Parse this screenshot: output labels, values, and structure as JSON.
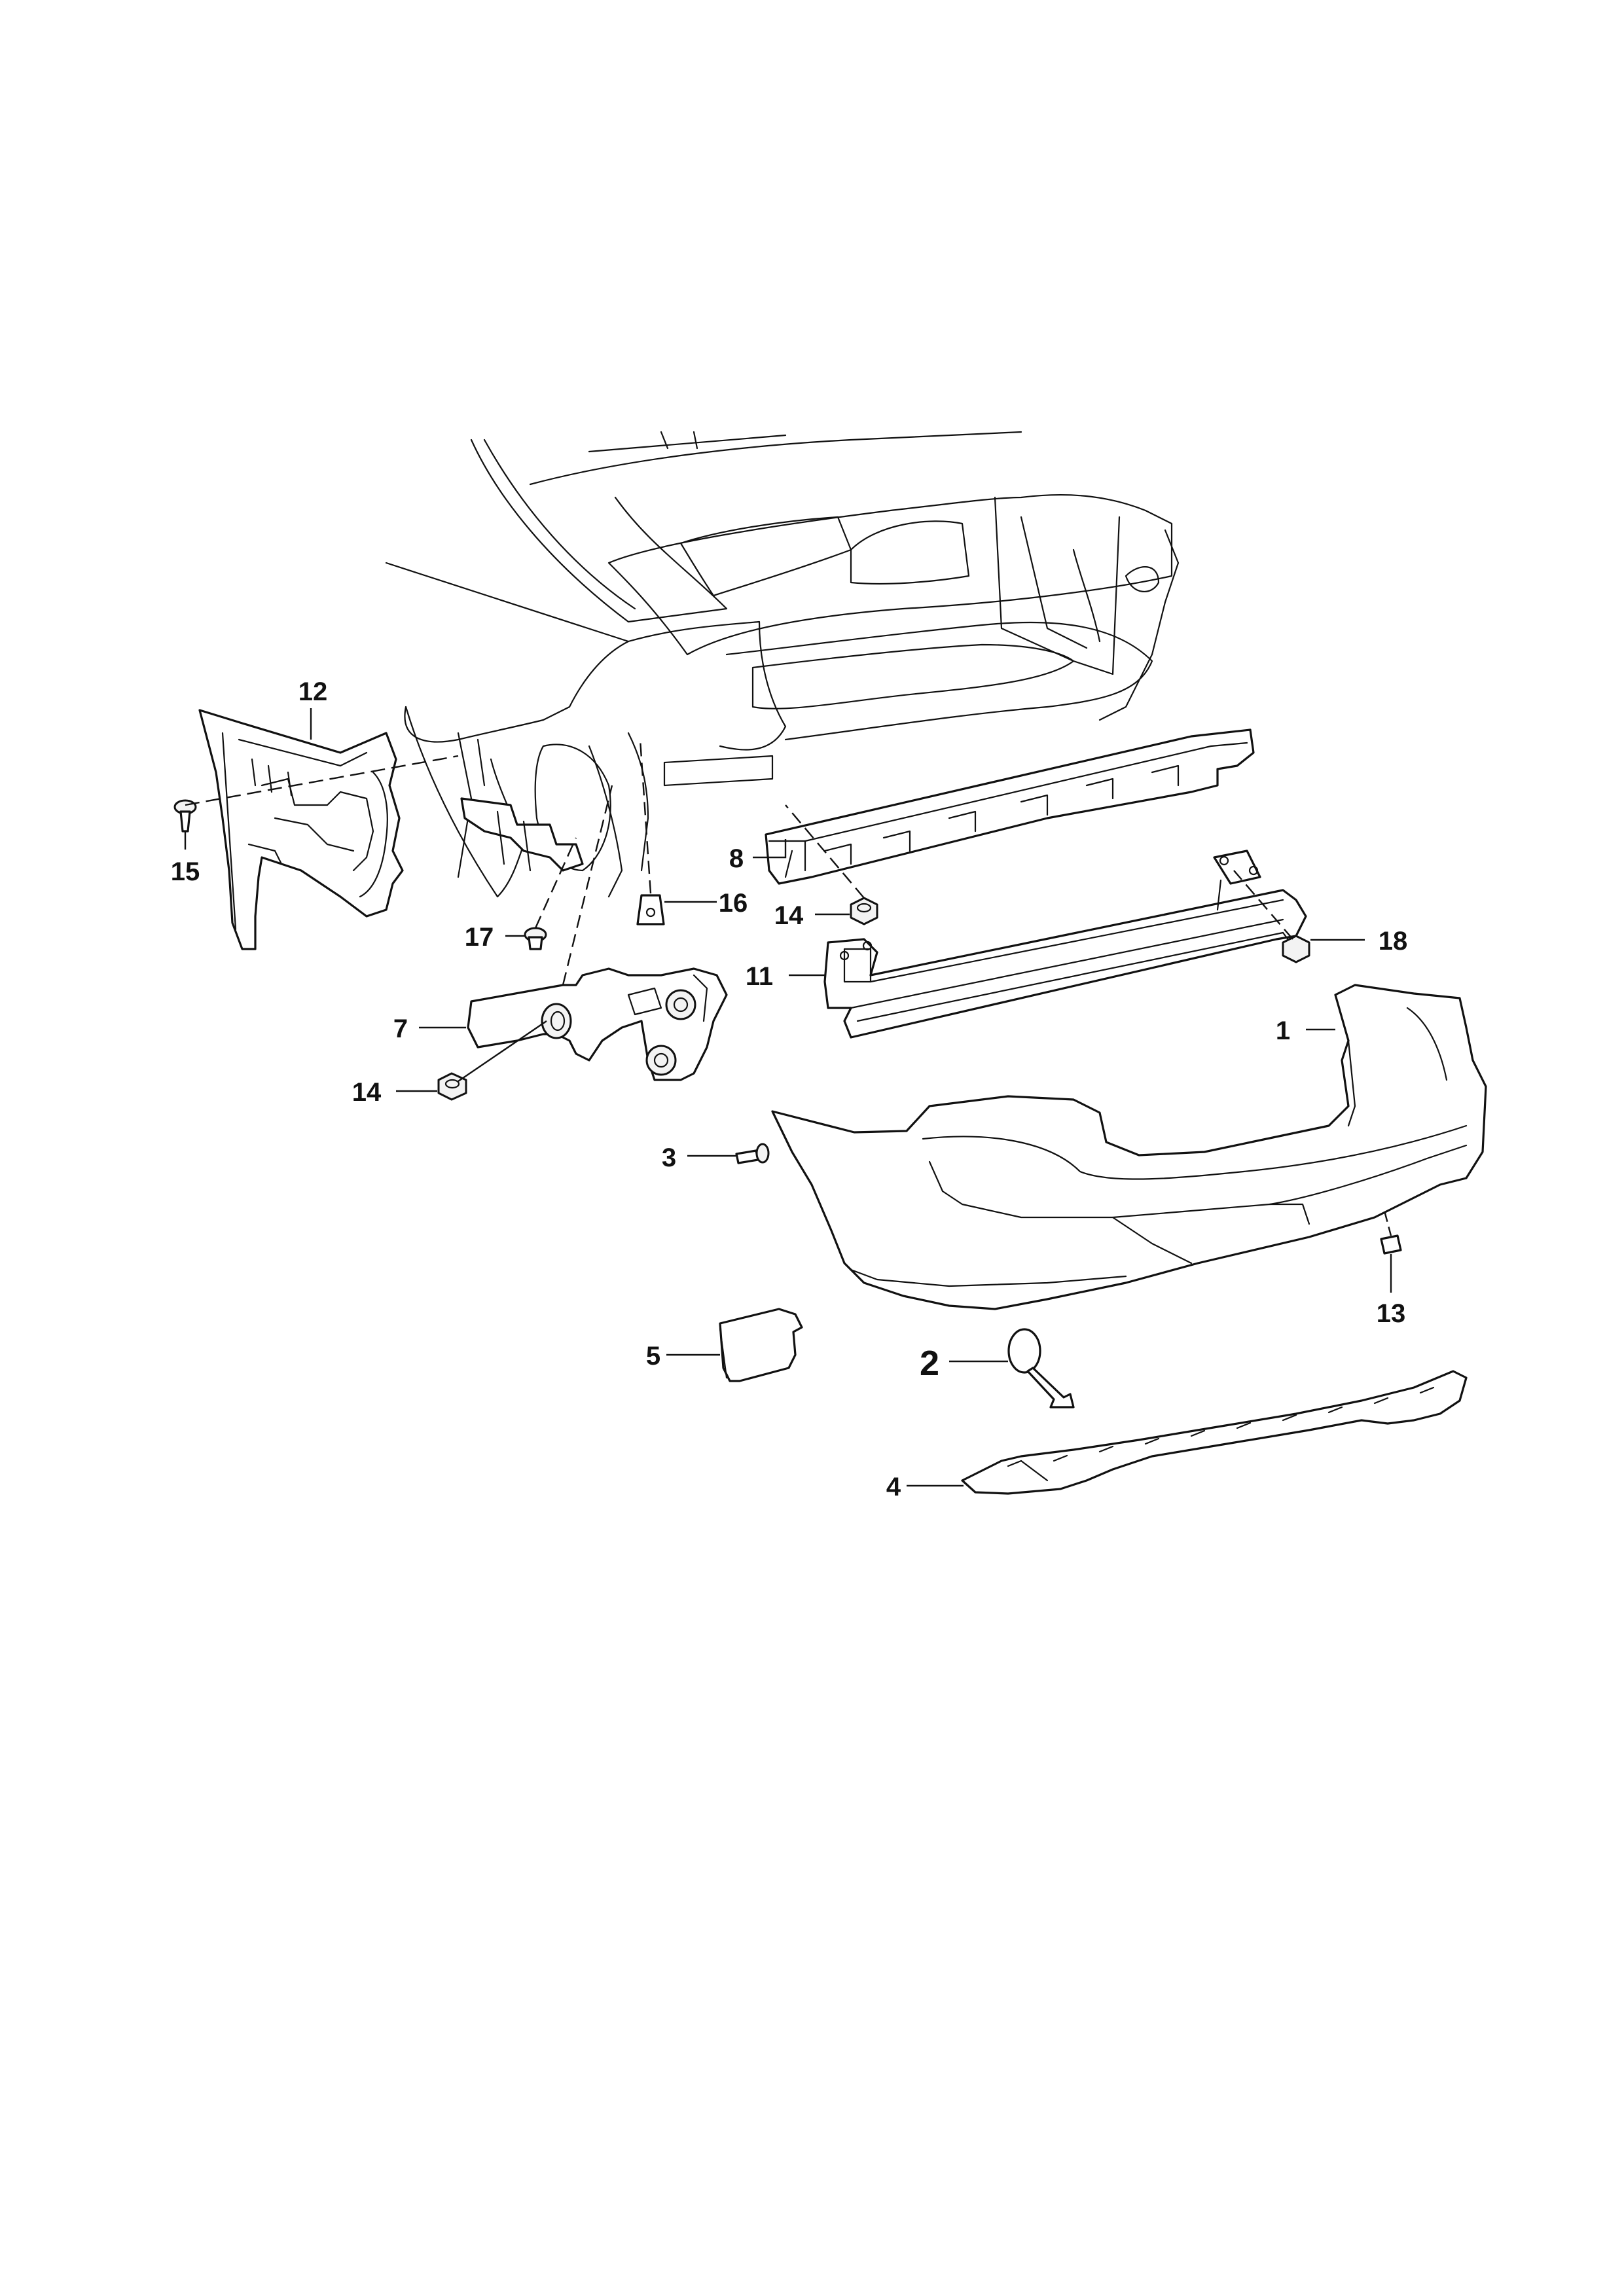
{
  "diagram": {
    "callouts": [
      {
        "id": "c1",
        "label": "1"
      },
      {
        "id": "c2",
        "label": "2"
      },
      {
        "id": "c3",
        "label": "3"
      },
      {
        "id": "c4",
        "label": "4"
      },
      {
        "id": "c5",
        "label": "5"
      },
      {
        "id": "c7",
        "label": "7"
      },
      {
        "id": "c8",
        "label": "8"
      },
      {
        "id": "c11",
        "label": "11"
      },
      {
        "id": "c12",
        "label": "12"
      },
      {
        "id": "c13",
        "label": "13"
      },
      {
        "id": "c14a",
        "label": "14"
      },
      {
        "id": "c14b",
        "label": "14"
      },
      {
        "id": "c15",
        "label": "15"
      },
      {
        "id": "c16",
        "label": "16"
      },
      {
        "id": "c17",
        "label": "17"
      },
      {
        "id": "c18",
        "label": "18"
      }
    ],
    "colors": {
      "ink": "#111111",
      "paper": "#ffffff"
    }
  }
}
